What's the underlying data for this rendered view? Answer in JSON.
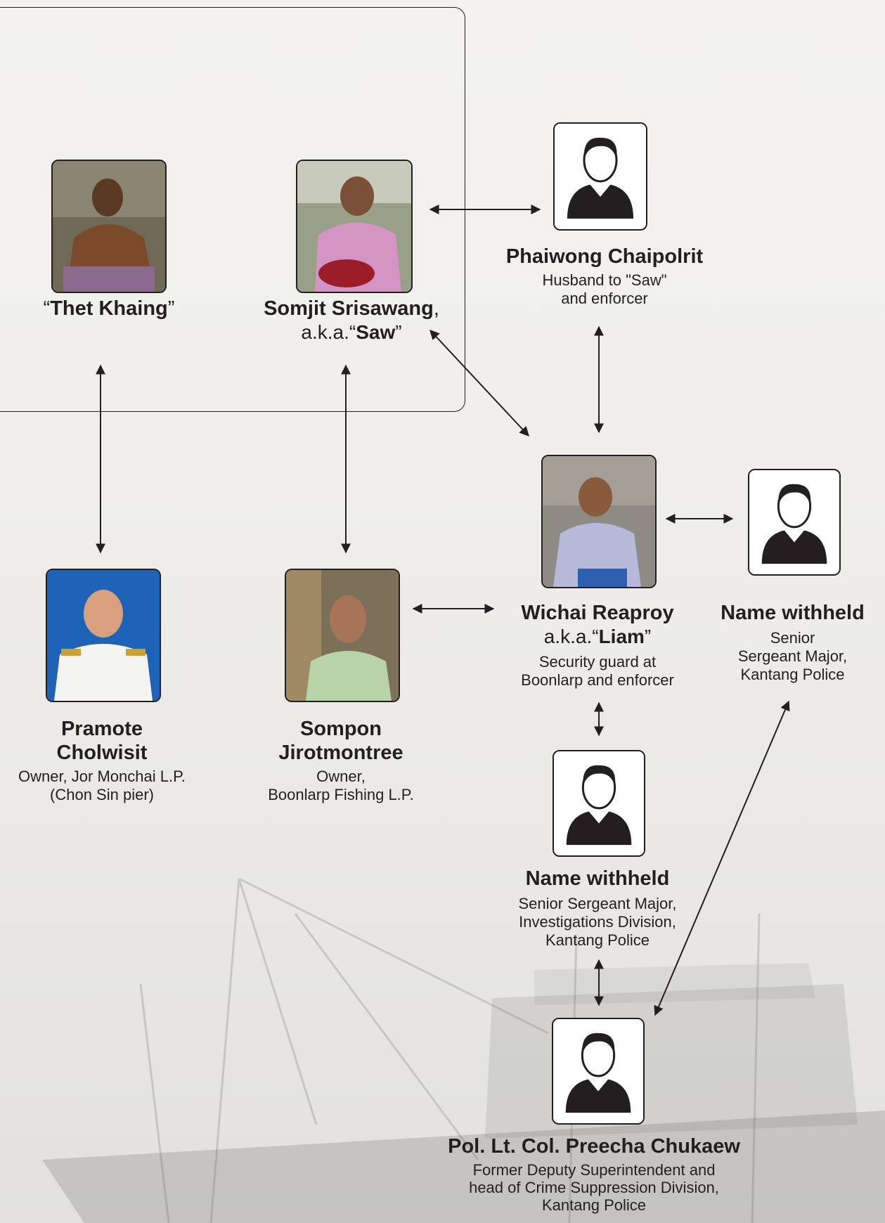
{
  "people": {
    "thet_khaing": {
      "quote_open": "“",
      "name": "Thet Khaing",
      "quote_close": "”"
    },
    "somjit": {
      "name": "Somjit Srisawang",
      "comma": ",",
      "aka": "a.k.a.“",
      "alias": "Saw",
      "alias_close": "”"
    },
    "phaiwong": {
      "name": "Phaiwong Chaipolrit",
      "role_line1": "Husband to \"Saw\"",
      "role_line2": "and enforcer"
    },
    "wichai": {
      "name": "Wichai Reaproy",
      "aka": "a.k.a.“",
      "alias": "Liam",
      "alias_close": "”",
      "role_line1": "Security guard at",
      "role_line2": "Boonlarp and enforcer"
    },
    "withheld_right": {
      "name": "Name withheld",
      "role_line1": "Senior",
      "role_line2": "Sergeant Major,",
      "role_line3": "Kantang Police"
    },
    "pramote": {
      "name_line1": "Pramote",
      "name_line2": "Cholwisit",
      "role_line1": "Owner, Jor Monchai L.P.",
      "role_line2": "(Chon Sin pier)"
    },
    "sompon": {
      "name_line1": "Sompon",
      "name_line2": "Jirotmontree",
      "role_line1": "Owner,",
      "role_line2": "Boonlarp Fishing L.P."
    },
    "withheld_mid": {
      "name": "Name withheld",
      "role_line1": "Senior Sergeant Major,",
      "role_line2": "Investigations Division,",
      "role_line3": "Kantang Police"
    },
    "preecha": {
      "name": "Pol. Lt. Col. Preecha Chukaew",
      "role_line1": "Former Deputy Superintendent and",
      "role_line2": "head of Crime Suppression Division,",
      "role_line3": "Kantang Police"
    }
  },
  "icons": {
    "photo": "portrait-photo-icon",
    "placeholder": "person-silhouette-icon"
  },
  "colors": {
    "line": "#231f20",
    "text": "#231f20",
    "background": "#efeeeb"
  }
}
